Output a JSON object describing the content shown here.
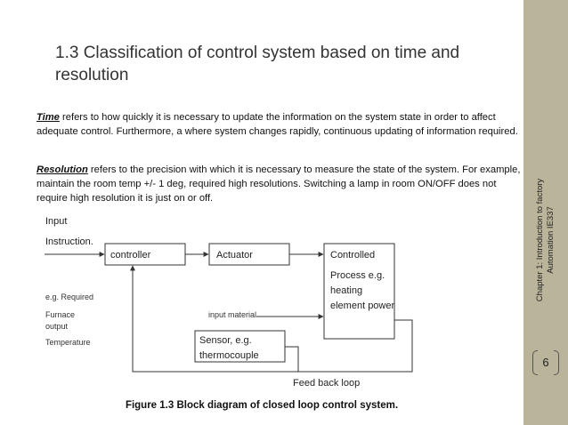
{
  "slide": {
    "title": "1.3 Classification of control system based on time and resolution",
    "time_term": "Time",
    "time_text": " refers to how quickly it is necessary to update the information on the system state in order to affect adequate control. Furthermore, a where system changes rapidly, continuous updating of information required.",
    "resolution_term": "Resolution",
    "resolution_text": " refers to the precision with which it is necessary to measure the state of the system. For example, maintain the room temp +/- 1 deg, required high resolutions. Switching a lamp in room ON/OFF does not require high resolution it is just on or off.",
    "side_label": "Chapter 1: Introduction to factory\nAutomation IE337",
    "page_number": "6",
    "caption": "Figure 1.3 Block diagram of closed loop control system."
  },
  "diagram": {
    "input_label": "Input",
    "instruction_label": "Instruction.",
    "required_label": "e.g. Required",
    "furnace_label": "Furnace",
    "output_label": "output",
    "temperature_label": "Temperature",
    "controller": "controller",
    "actuator": "Actuator",
    "controlled": "Controlled",
    "controlled_detail": "Process e.g. heating element power",
    "input_material": "input material",
    "sensor": "Sensor, e.g. thermocouple",
    "feedback": "Feed back loop"
  },
  "colors": {
    "side_band": "#b9b49a",
    "lines": "#333333"
  }
}
